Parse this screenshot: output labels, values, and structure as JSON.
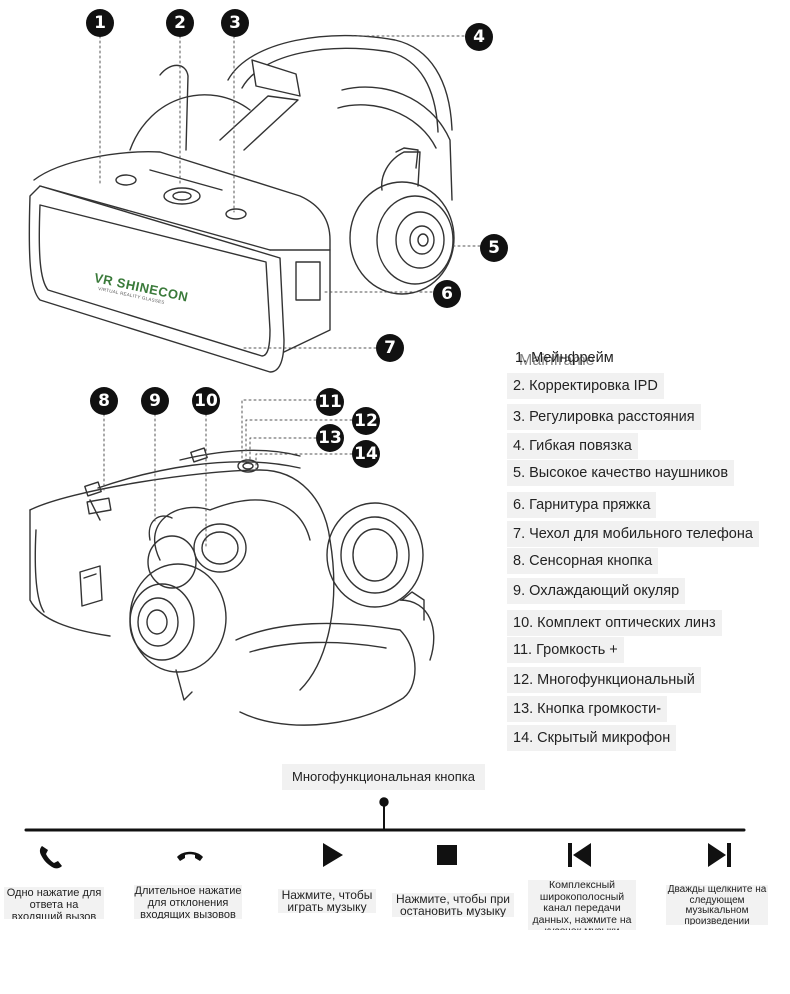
{
  "callouts": [
    "1",
    "2",
    "3",
    "4",
    "5",
    "6",
    "7",
    "8",
    "9",
    "10",
    "11",
    "12",
    "13",
    "14"
  ],
  "brand": {
    "logo": "VR SHINECON",
    "tagline": "VIRTUAL REALITY GLASSES"
  },
  "legend": {
    "first_overlay": "Mainframe",
    "items": [
      "1. Мейнфрейм",
      "2. Корректировка IPD",
      "3. Регулировка расстояния",
      "4. Гибкая повязка",
      "5. Высокое качество наушников",
      "6. Гарнитура пряжка",
      "7. Чехол для мобильного телефона",
      "8. Сенсорная кнопка",
      "9. Охлаждающий окуляр",
      "10. Комплект оптических линз",
      "11. Громкость +",
      "12. Многофункциональный",
      "13. Кнопка громкости-",
      "14. Скрытый микрофон"
    ]
  },
  "controls": {
    "caption": "Многофункциональная кнопка",
    "items": [
      {
        "icon": "phone-answer-icon",
        "label": "Одно нажатие для ответа на входящий вызов"
      },
      {
        "icon": "phone-hangup-icon",
        "label": "Длительное нажатие для отклонения входящих вызовов"
      },
      {
        "icon": "play-icon",
        "label": "Нажмите, чтобы играть музыку"
      },
      {
        "icon": "stop-icon",
        "label": "Нажмите, чтобы при остановить музыку"
      },
      {
        "icon": "previous-track-icon",
        "label": "Комплексный широкополосный канал передачи данных, нажмите на кусочек музыки"
      },
      {
        "icon": "next-track-icon",
        "label": "Дважды щелкните на следующем музыкальном произведении"
      }
    ]
  }
}
